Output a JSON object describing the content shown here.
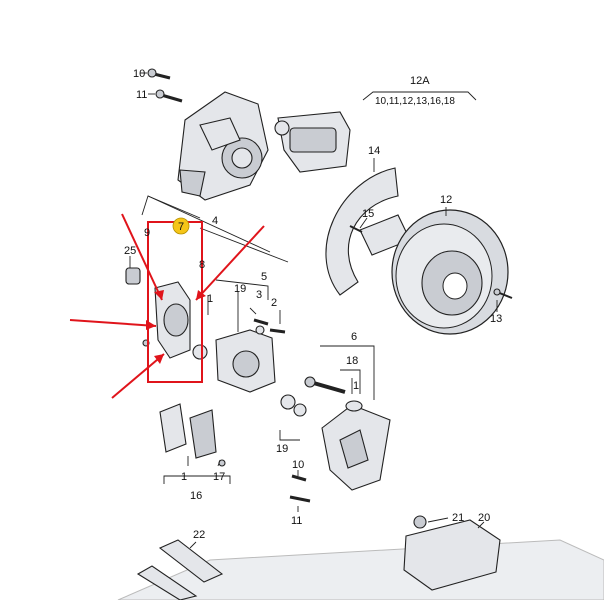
{
  "group_label": "12A",
  "group_items": "10,11,12,13,16,18",
  "highlight_callout": "7",
  "callouts": {
    "c10_top": "10",
    "c11_top": "11",
    "c14": "14",
    "c15": "15",
    "c12": "12",
    "c13": "13",
    "c9": "9",
    "c4": "4",
    "c8": "8",
    "c25": "25",
    "c5": "5",
    "c19a": "19",
    "c3": "3",
    "c2": "2",
    "c1a": "1",
    "c6": "6",
    "c18": "18",
    "c1b": "1",
    "c19b": "19",
    "c10b": "10",
    "c11b": "11",
    "c1c": "1",
    "c17": "17",
    "c16": "16",
    "c22": "22",
    "c21": "21",
    "c20": "20"
  },
  "colors": {
    "highlight": "#e0141b",
    "badge": "#f5c518",
    "part": "#e4e6ea"
  }
}
